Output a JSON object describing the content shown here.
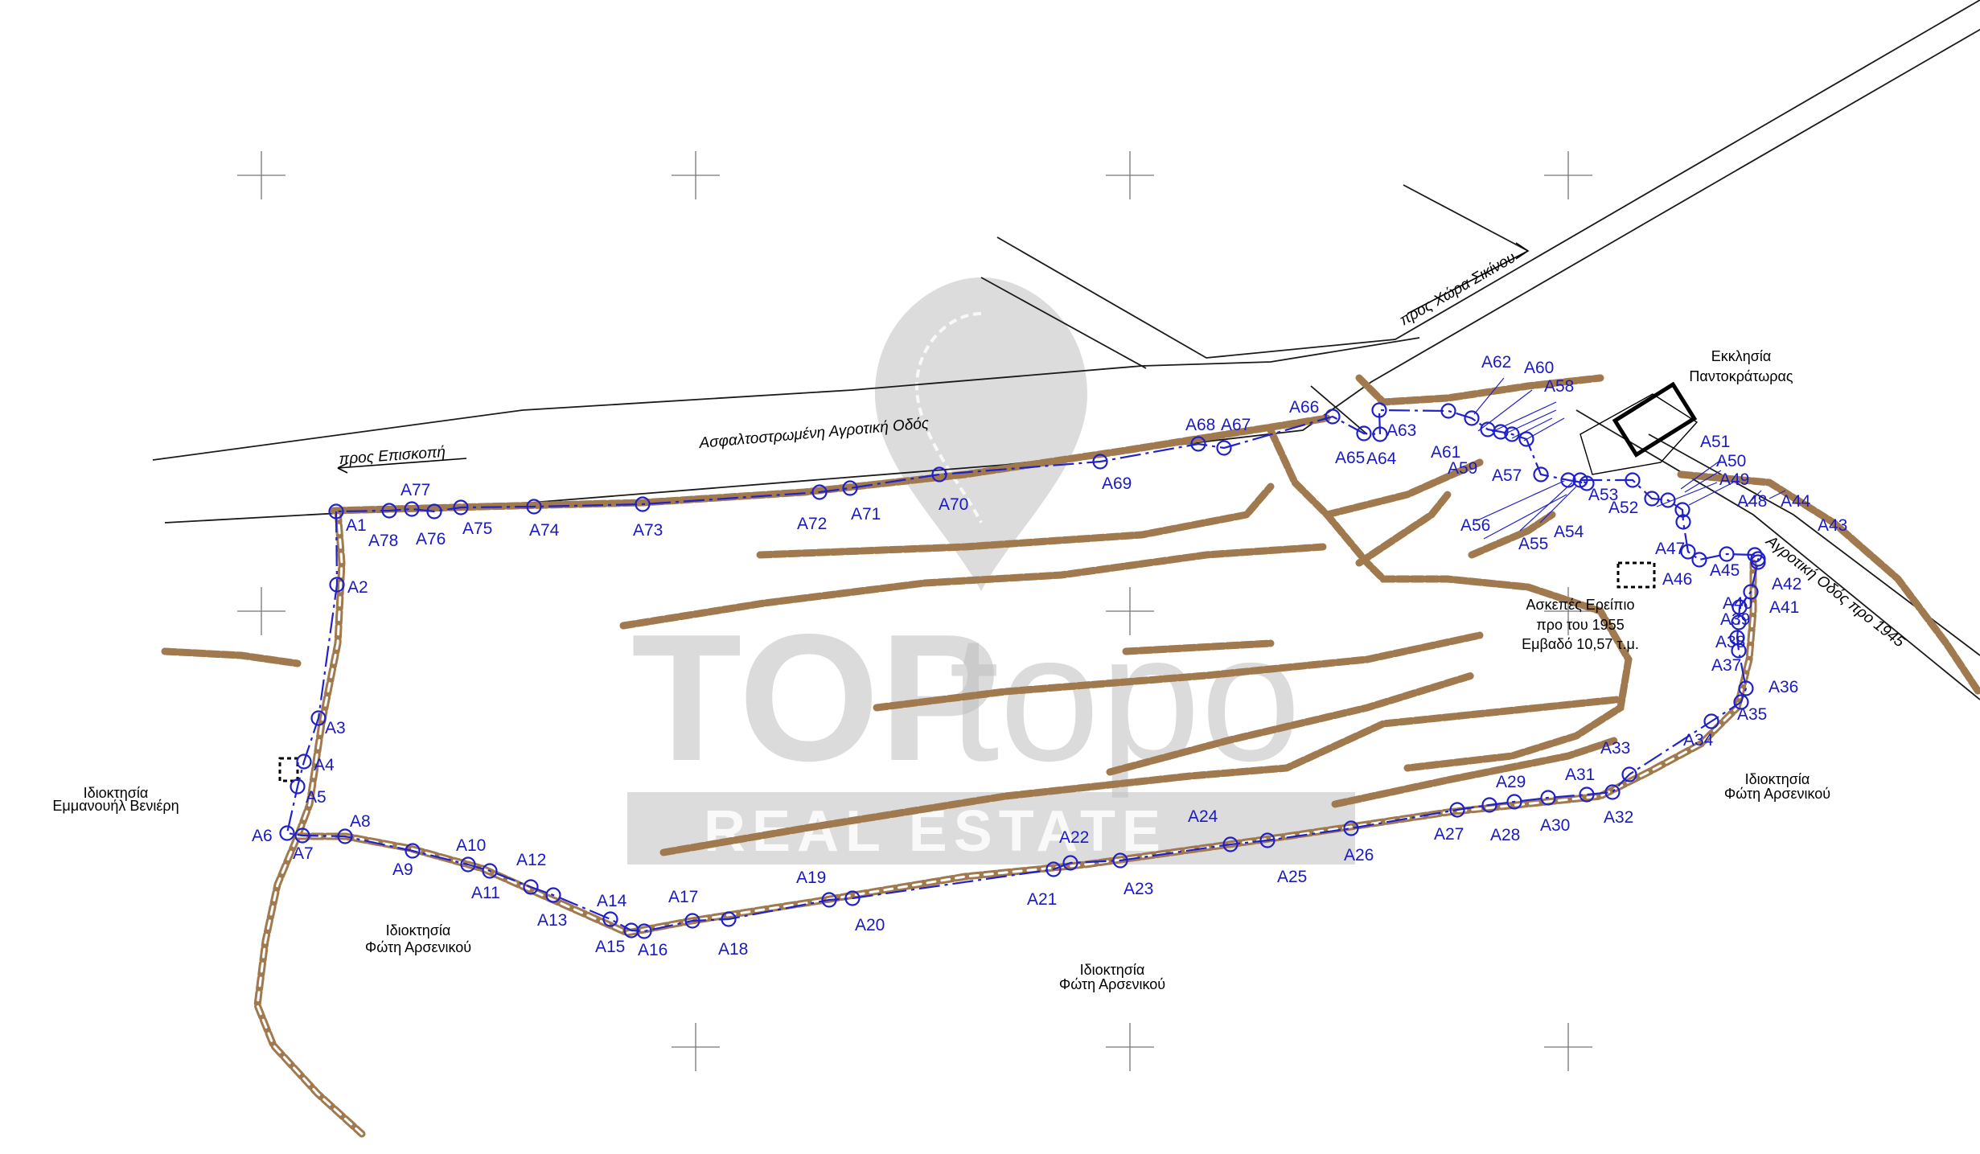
{
  "roads": {
    "paved_road": "Ασφαλτοστρωμένη Αγροτική Οδός",
    "to_episkopi": "προς Επισκοπή",
    "to_chora": "προς Χώρα Σικίνου",
    "old_road": "Αγροτική Οδός προ 1945"
  },
  "church": {
    "line1": "Εκκλησία",
    "line2": "Παντοκράτωρας"
  },
  "ruin": {
    "line1": "Ασκεπές Ερείπιο",
    "line2": "προ του 1955",
    "line3": "Εμβαδό 10,57 τ.μ."
  },
  "owners": {
    "west_line1": "Ιδιοκτησία",
    "west_line2": "Εμμανουήλ Βενιέρη",
    "sw_line1": "Ιδιοκτησία",
    "sw_line2": "Φώτη Αρσενικού",
    "south_line1": "Ιδιοκτησία",
    "south_line2": "Φώτη Αρσενικού",
    "east_line1": "Ιδιοκτησία",
    "east_line2": "Φώτη Αρσενικού"
  },
  "watermark": {
    "brand_bold": "TOP",
    "brand_light": "topo",
    "tagline": "REAL ESTATE"
  },
  "points": [
    "A1",
    "A2",
    "A3",
    "A4",
    "A5",
    "A6",
    "A7",
    "A8",
    "A9",
    "A10",
    "A11",
    "A12",
    "A13",
    "A14",
    "A15",
    "A16",
    "A17",
    "A18",
    "A19",
    "A20",
    "A21",
    "A22",
    "A23",
    "A24",
    "A25",
    "A26",
    "A27",
    "A28",
    "A29",
    "A30",
    "A31",
    "A32",
    "A33",
    "A34",
    "A35",
    "A36",
    "A37",
    "A38",
    "A39",
    "A40",
    "A41",
    "A42",
    "A43",
    "A44",
    "A45",
    "A46",
    "A47",
    "A48",
    "A49",
    "A50",
    "A51",
    "A52",
    "A53",
    "A54",
    "A55",
    "A56",
    "A57",
    "A58",
    "A59",
    "A60",
    "A61",
    "A62",
    "A63",
    "A64",
    "A65",
    "A66",
    "A67",
    "A68",
    "A69",
    "A70",
    "A71",
    "A72",
    "A73",
    "A74",
    "A75",
    "A76",
    "A77",
    "A78"
  ]
}
